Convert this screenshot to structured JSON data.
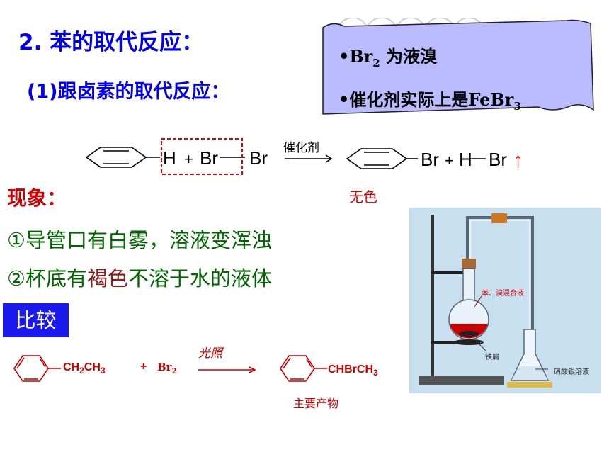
{
  "title": "2. 苯的取代反应：",
  "subtitle": "(1)跟卤素的取代反应：",
  "note": {
    "line1_pre": "•Br",
    "line1_sub": "2",
    "line1_post": " 为液溴",
    "line2_pre": "•催化剂实际上是FeBr",
    "line2_sub": "3"
  },
  "equation": {
    "h": "H",
    "plus1": "+",
    "br_reactant1": "Br",
    "br_reactant2": "Br",
    "catalyst": "催化剂",
    "br_product": "Br",
    "plus2": "+",
    "h_product": "H",
    "br_product2": "Br",
    "arrow_up": "↑"
  },
  "colorless_label": "无色",
  "observation_heading": "现象：",
  "observations": {
    "item1": "①导管口有白雾，溶液变浑浊",
    "item2_pre": "②杯底有",
    "item2_highlight": "褐色",
    "item2_post": "不溶于水的液体"
  },
  "compare": {
    "label": "比较",
    "reactant": "CH",
    "reactant_sub1": "2",
    "reactant_mid": "CH",
    "reactant_sub2": "3",
    "plus": "+",
    "br2": "Br",
    "br2_sub": "2",
    "condition": "光照",
    "product": "CHBrCH",
    "product_sub": "3",
    "main_product_label": "主要产物"
  },
  "apparatus": {
    "flask_label": "苯、溴混合液",
    "iron_label": "铁屑",
    "beaker_label": "硝酸银溶液"
  }
}
